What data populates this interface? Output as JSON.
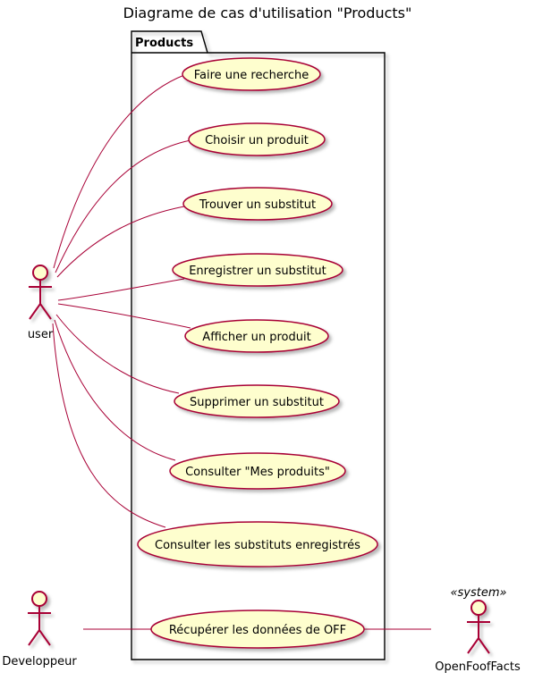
{
  "title": "Diagrame de cas d'utilisation \"Products\"",
  "package": {
    "label": "Products"
  },
  "actors": {
    "user": {
      "label": "user"
    },
    "developer": {
      "label": "Developpeur"
    },
    "off": {
      "label": "OpenFoofFacts",
      "stereotype": "«system»"
    }
  },
  "use_cases": [
    {
      "label": "Faire une recherche"
    },
    {
      "label": "Choisir un produit"
    },
    {
      "label": "Trouver un substitut"
    },
    {
      "label": "Enregistrer un substitut"
    },
    {
      "label": "Afficher un produit"
    },
    {
      "label": "Supprimer un substitut"
    },
    {
      "label": "Consulter \"Mes produits\""
    },
    {
      "label": "Consulter les substituts enregistrés"
    },
    {
      "label": "Récupérer les données de OFF"
    }
  ],
  "colors": {
    "use_case_fill": "#FEFECE",
    "stroke": "#A80036",
    "package_border": "#000000"
  }
}
